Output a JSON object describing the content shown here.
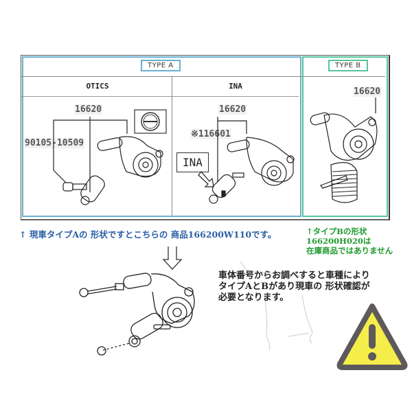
{
  "diagram": {
    "type_a": {
      "label": "TYPE A",
      "columns": [
        {
          "header": "OTICS",
          "part_main": "16620",
          "part_bolt": "90105-10509"
        },
        {
          "header": "INA",
          "part_main": "16620",
          "part_sub": "※116601",
          "callout": "INA"
        }
      ]
    },
    "type_b": {
      "label": "TYPE B",
      "part_main": "16620"
    }
  },
  "notes": {
    "type_a_note": "↑ 現車タイプAの 形状ですとこちらの 商品166200W110です。",
    "type_b_note_lines": [
      "↑タイプBの形状",
      "166200H020は",
      "在庫商品ではありません"
    ],
    "check_note_lines": [
      "車体番号からお調べすると車種により",
      "タイプAとBがあり現車の 形状確認が",
      "必要となります。"
    ]
  },
  "colors": {
    "type_a_frame": "#6aaed0",
    "type_b_frame": "#58c49a",
    "blue_text": "#2a5fa8",
    "green_text": "#1f9a2e",
    "warning_fill": "#f5ee4a",
    "warning_stroke": "#5e5a5c"
  },
  "icons": {
    "down_arrow": "down-arrow-icon",
    "warning": "warning-triangle-icon",
    "slot_screw": "slot-screw-icon"
  }
}
